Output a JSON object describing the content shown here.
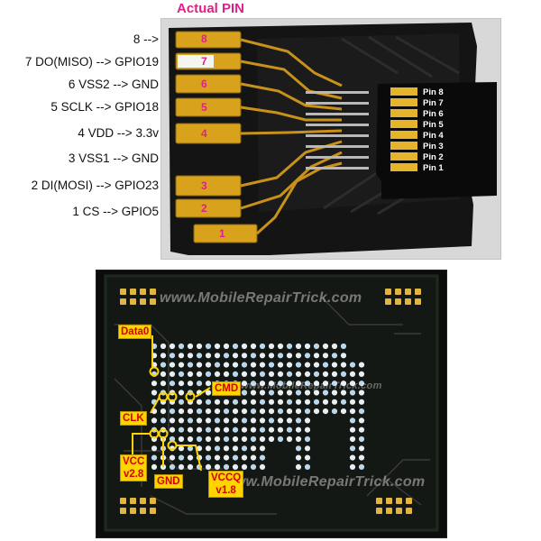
{
  "top": {
    "title": "Actual PIN",
    "pin_labels": [
      "8 -->",
      "7 DO(MISO) --> GPIO19",
      "6 VSS2 --> GND",
      "5 SCLK --> GPIO18",
      "4 VDD --> 3.3v",
      "3 VSS1 --> GND",
      "2 DI(MOSI) --> GPIO23",
      "1 CS --> GPIO5"
    ],
    "pad_numbers": [
      "8",
      "7",
      "6",
      "5",
      "4",
      "3",
      "2",
      "1"
    ],
    "microsd_pins": [
      "Pin 8",
      "Pin 7",
      "Pin 6",
      "Pin 5",
      "Pin 4",
      "Pin 3",
      "Pin 2",
      "Pin 1"
    ]
  },
  "bottom": {
    "watermark": "www.MobileRepairTrick.com",
    "labels": {
      "data0": "Data0",
      "cmd": "CMD",
      "clk": "CLK",
      "vcc": "VCC\nv2.8",
      "gnd": "GND",
      "vccq": "VCCQ\nv1.8"
    }
  },
  "colors": {
    "accent_pink": "#e0208a",
    "gold": "#d9a21c",
    "label_yellow": "#ffd400",
    "label_red": "#d40000"
  }
}
